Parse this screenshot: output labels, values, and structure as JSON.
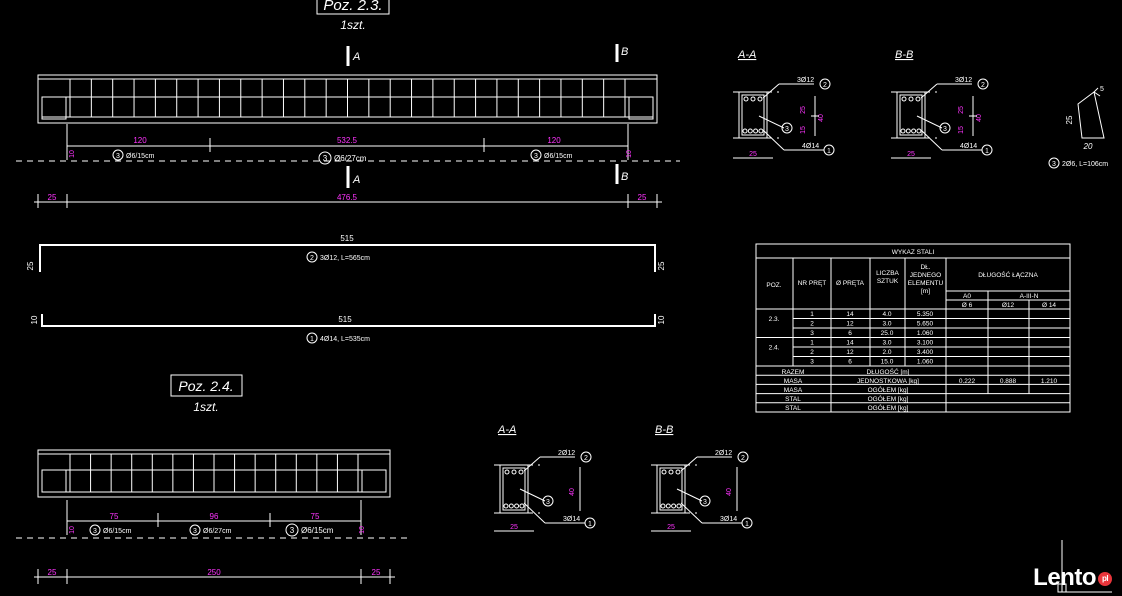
{
  "poz23": {
    "title": "Poz. 2.3.",
    "qty": "1szt.",
    "section_a": "A",
    "section_b": "B",
    "dim_left": "120",
    "dim_mid": "532.5",
    "dim_right": "120",
    "dim_10a": "10",
    "dim_10b": "10",
    "stirrup_left": "Ø6/15cm",
    "stirrup_mid": "Ø6/27cm",
    "stirrup_right": "Ø6/15cm",
    "stirrup_num": "3",
    "overall_left": "25",
    "overall_mid": "476.5",
    "overall_right": "25"
  },
  "bar2": {
    "length": "515",
    "hook_left": "25",
    "hook_right": "25",
    "label": "3Ø12, L=565cm",
    "num": "2"
  },
  "bar1": {
    "length": "515",
    "hook_left": "10",
    "hook_right": "10",
    "label": "4Ø14, L=535cm",
    "num": "1"
  },
  "sec23": {
    "aa": "A-A",
    "bb": "B-B",
    "top_bars": "3Ø12",
    "bottom_bars": "4Ø14",
    "width": "25",
    "h15": "15",
    "h25": "25",
    "h40": "40",
    "n1": "1",
    "n2": "2",
    "n3": "3"
  },
  "stirrup_detail": {
    "h": "25",
    "w": "20",
    "hook": "5",
    "label": "2Ø6, L=106cm",
    "num": "3"
  },
  "poz24": {
    "title": "Poz. 2.4.",
    "qty": "1szt.",
    "dim_left": "75",
    "dim_mid": "96",
    "dim_right": "75",
    "dim_10a": "10",
    "dim_10b": "10",
    "stirrup_left": "Ø6/15cm",
    "stirrup_mid": "Ø6/27cm",
    "stirrup_right": "Ø6/15cm",
    "overall_left": "25",
    "overall_mid": "250",
    "overall_right": "25"
  },
  "sec24": {
    "aa": "A-A",
    "bb": "B-B",
    "top_bars": "2Ø12",
    "bottom_bars": "3Ø14",
    "width": "25",
    "h40": "40",
    "n1": "1",
    "n2": "2",
    "n3": "3"
  },
  "steel_table": {
    "title": "WYKAZ STALI",
    "headers": {
      "poz": "POZ.",
      "nr": "NR PRĘT",
      "dia": "Ø PRĘTA",
      "count": "LICZBA SZTUK",
      "len": "DŁ. JEDNEGO ELEMENTU [m]",
      "total": "DŁUGOŚĆ ŁĄCZNA",
      "a0": "A0",
      "aiiin": "A-III-N",
      "d6": "Ø 6",
      "d12": "Ø12",
      "d14": "Ø 14"
    },
    "rows": [
      {
        "poz": "2.3.",
        "nr": "1",
        "dia": "14",
        "cnt": "4.0",
        "len": "5.350"
      },
      {
        "poz": "",
        "nr": "2",
        "dia": "12",
        "cnt": "3.0",
        "len": "5.650"
      },
      {
        "poz": "",
        "nr": "3",
        "dia": "6",
        "cnt": "25.0",
        "len": "1.060"
      },
      {
        "poz": "2.4.",
        "nr": "1",
        "dia": "14",
        "cnt": "3.0",
        "len": "3.100"
      },
      {
        "poz": "",
        "nr": "2",
        "dia": "12",
        "cnt": "2.0",
        "len": "3.400"
      },
      {
        "poz": "",
        "nr": "3",
        "dia": "6",
        "cnt": "15.0",
        "len": "1.060"
      }
    ],
    "summary": {
      "razem": "RAZEM",
      "dlugosc": "DŁUGOŚĆ [m]",
      "masa1": "MASA",
      "jednostkowa": "JEDNOSTKOWA [kg]",
      "m6": "0.222",
      "m12": "0.888",
      "m14": "1.210",
      "masa2": "MASA",
      "ogolem1": "OGÓŁEM [kg]",
      "stal1": "STAL",
      "ogolem2": "OGÓŁEM [kg]",
      "stal2": "STAL",
      "ogolem3": "OGÓŁEM [kg]"
    }
  },
  "logo": {
    "text": "Lento",
    "suffix": "pl"
  }
}
